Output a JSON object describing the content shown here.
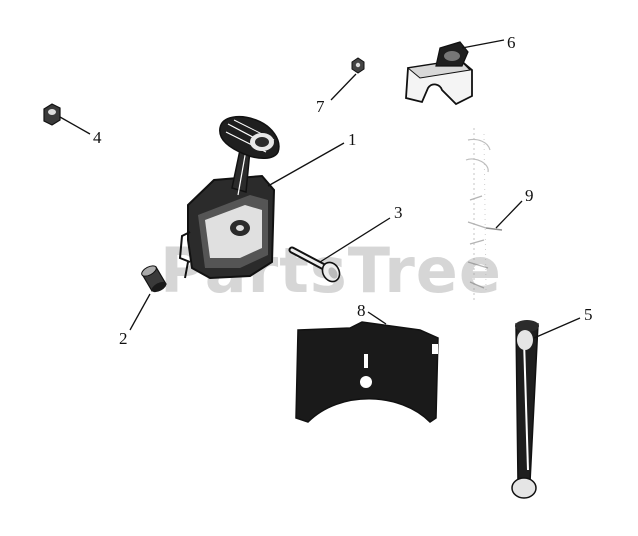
{
  "watermark": "PartsTree",
  "callouts": [
    {
      "id": "1",
      "label": "1",
      "part": "shift-lever-assembly"
    },
    {
      "id": "2",
      "label": "2",
      "part": "spacer"
    },
    {
      "id": "3",
      "label": "3",
      "part": "shoulder-bolt"
    },
    {
      "id": "4",
      "label": "4",
      "part": "hex-nut"
    },
    {
      "id": "5",
      "label": "5",
      "part": "shift-rod"
    },
    {
      "id": "6",
      "label": "6",
      "part": "cable-clamp"
    },
    {
      "id": "7",
      "label": "7",
      "part": "lock-nut"
    },
    {
      "id": "8",
      "label": "8",
      "part": "decal-plate"
    },
    {
      "id": "9",
      "label": "9",
      "part": "spring"
    }
  ]
}
